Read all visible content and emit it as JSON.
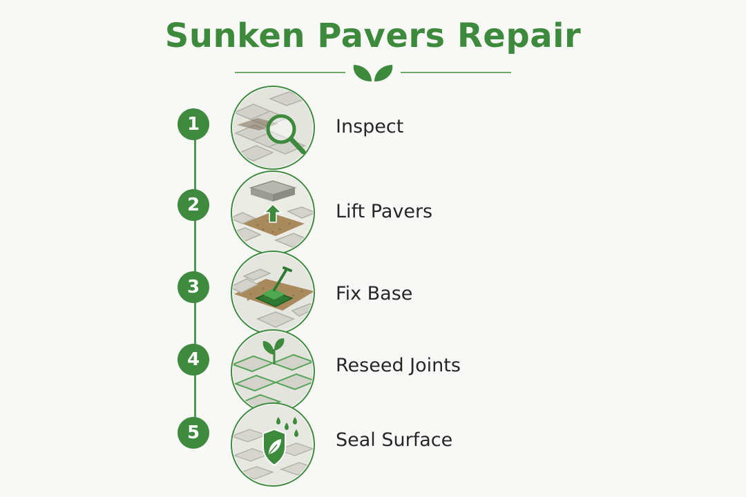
{
  "title": "Sunken Pavers Repair",
  "colors": {
    "accent": "#3d8a3d",
    "accent_light": "#6bb36b",
    "text": "#262626",
    "background": "#f8f8f6"
  },
  "steps": [
    {
      "number": "1",
      "label": "Inspect",
      "icon": "magnifier-icon"
    },
    {
      "number": "2",
      "label": "Lift Pavers",
      "icon": "up-arrow-icon"
    },
    {
      "number": "3",
      "label": "Fix Base",
      "icon": "plate-compactor-icon"
    },
    {
      "number": "4",
      "label": "Reseed Joints",
      "icon": "sprout-icon"
    },
    {
      "number": "5",
      "label": "Seal Surface",
      "icon": "shield-leaf-icon"
    }
  ]
}
